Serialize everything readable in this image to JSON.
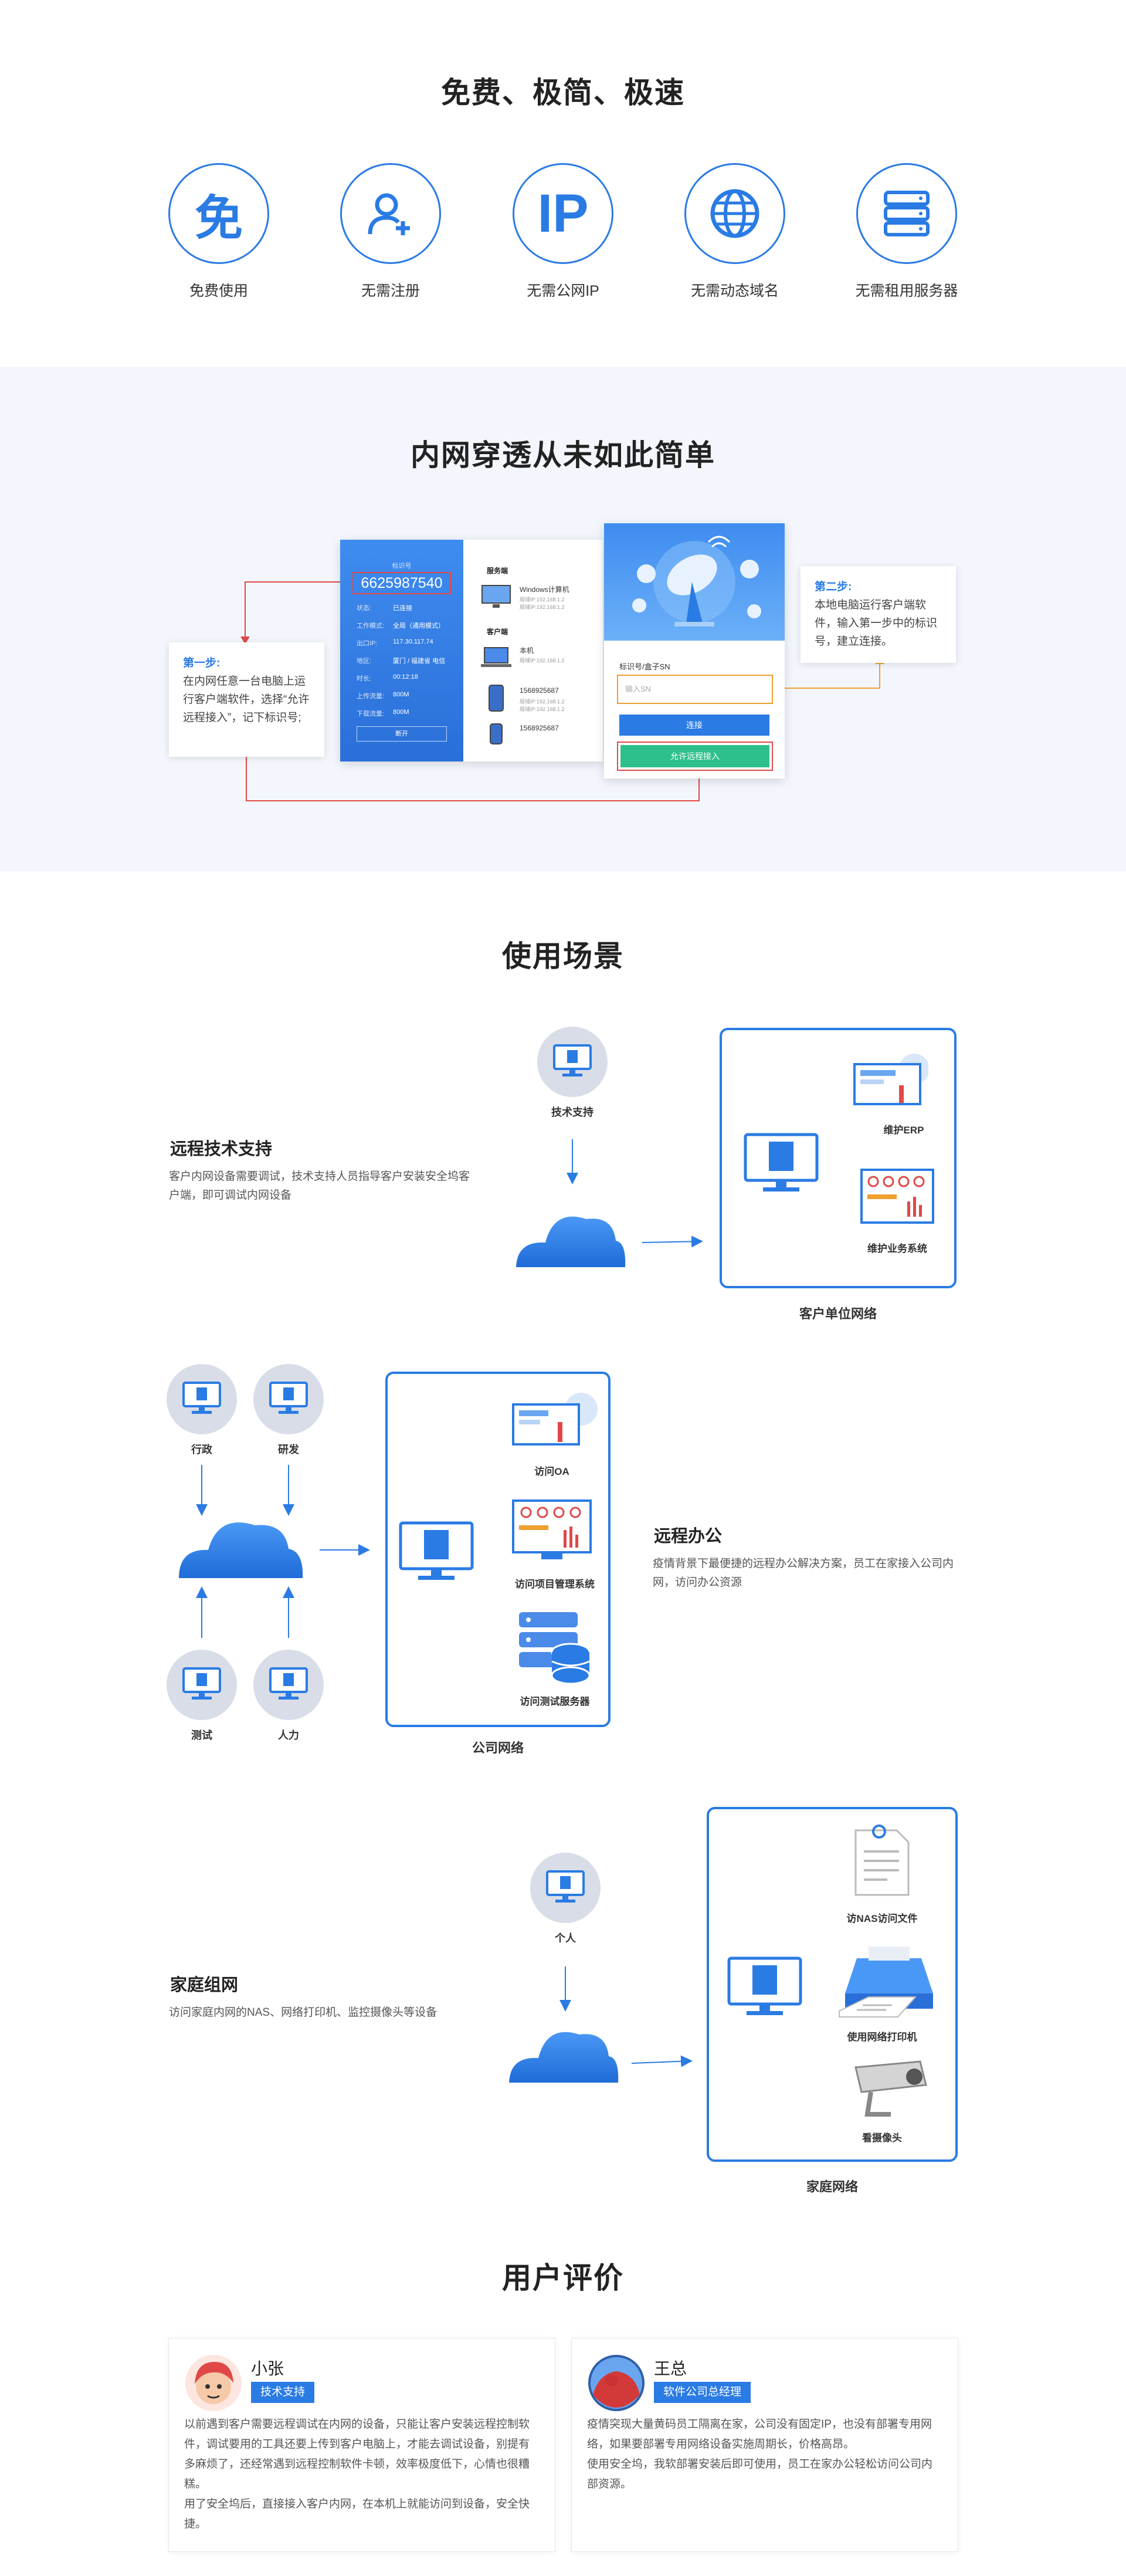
{
  "features": {
    "title": "免费、极简、极速",
    "items": [
      {
        "label": "免费使用",
        "glyph": "免"
      },
      {
        "label": "无需注册",
        "icon": "add-user-icon"
      },
      {
        "label": "无需公网IP",
        "glyph": "IP"
      },
      {
        "label": "无需动态域名",
        "icon": "globe-icon"
      },
      {
        "label": "无需租用服务器",
        "icon": "server-icon"
      }
    ]
  },
  "tunnel": {
    "title": "内网穿透从未如此简单",
    "step1": {
      "heading": "第一步:",
      "text": "在内网任意一台电脑上运行客户端软件，选择“允许远程接入”，记下标识号;"
    },
    "step2": {
      "heading": "第二步:",
      "text": "本地电脑运行客户端软件，输入第一步中的标识号，建立连接。"
    },
    "client": {
      "id_label": "标识号",
      "id": "6625987540",
      "rows": [
        {
          "k": "状态:",
          "v": "已连接"
        },
        {
          "k": "工作模式:",
          "v": "全局（通用模式）"
        },
        {
          "k": "出口IP:",
          "v": "117.30.117.74"
        },
        {
          "k": "地区:",
          "v": "厦门 / 福建省 电信"
        },
        {
          "k": "时长:",
          "v": "00:12:18"
        },
        {
          "k": "上传流量:",
          "v": "800M"
        },
        {
          "k": "下载流量:",
          "v": "800M"
        }
      ],
      "button": "断开",
      "server_header": "服务端",
      "client_header": "客户端",
      "devices": [
        {
          "name": "Windows计算机",
          "sub": "局域IP:192.168.1.2\n局域IP:192.168.1.2"
        },
        {
          "name": "本机",
          "sub": "局域IP:192.168.1.2"
        },
        {
          "name": "1568925687",
          "sub": "局域IP:192.168.1.2\n局域IP:192.168.1.2"
        },
        {
          "name": "1568925687",
          "sub": ""
        }
      ]
    },
    "connect": {
      "field_label": "标识号/盒子SN",
      "placeholder": "输入SN",
      "connect_button": "连接",
      "allow_button": "允许远程接入"
    }
  },
  "scenarios": {
    "title": "使用场景",
    "remote_support": {
      "title": "远程技术支持",
      "desc": "客户内网设备需要调试，技术支持人员指导客户安装安全坞客户端，即可调试内网设备",
      "node": "技术支持",
      "items": [
        "维护ERP",
        "维护业务系统"
      ],
      "caption": "客户单位网络"
    },
    "remote_office": {
      "title": "远程办公",
      "desc": "疫情背景下最便捷的远程办公解决方案，员工在家接入公司内网，访问办公资源",
      "nodes": [
        "行政",
        "研发",
        "测试",
        "人力"
      ],
      "items": [
        "访问OA",
        "访问项目管理系统",
        "访问测试服务器"
      ],
      "caption": "公司网络"
    },
    "home": {
      "title": "家庭组网",
      "desc": "访问家庭内网的NAS、网络打印机、监控摄像头等设备",
      "node": "个人",
      "items": [
        "访NAS访问文件",
        "使用网络打印机",
        "看摄像头"
      ],
      "caption": "家庭网络"
    }
  },
  "reviews": {
    "title": "用户评价",
    "items": [
      {
        "name": "小张",
        "tag": "技术支持",
        "text": "以前遇到客户需要远程调试在内网的设备，只能让客户安装远程控制软件，调试要用的工具还要上传到客户电脑上，才能去调试设备，别提有多麻烦了，还经常遇到远程控制软件卡顿，效率极度低下，心情也很糟糕。\n用了安全坞后，直接接入客户内网，在本机上就能访问到设备，安全快捷。"
      },
      {
        "name": "王总",
        "tag": "软件公司总经理",
        "text": "疫情突现大量黄码员工隔离在家，公司没有固定IP，也没有部署专用网络，如果要部署专用网络设备实施周期长，价格高昂。\n使用安全坞，我软部署安装后即可使用，员工在家办公轻松访问公司内部资源。"
      }
    ]
  },
  "colors": {
    "accent": "#2a7be4",
    "alt_bg": "#f3f7fd",
    "green": "#2ec08a",
    "orange": "#f0a030",
    "red": "#e04848"
  }
}
